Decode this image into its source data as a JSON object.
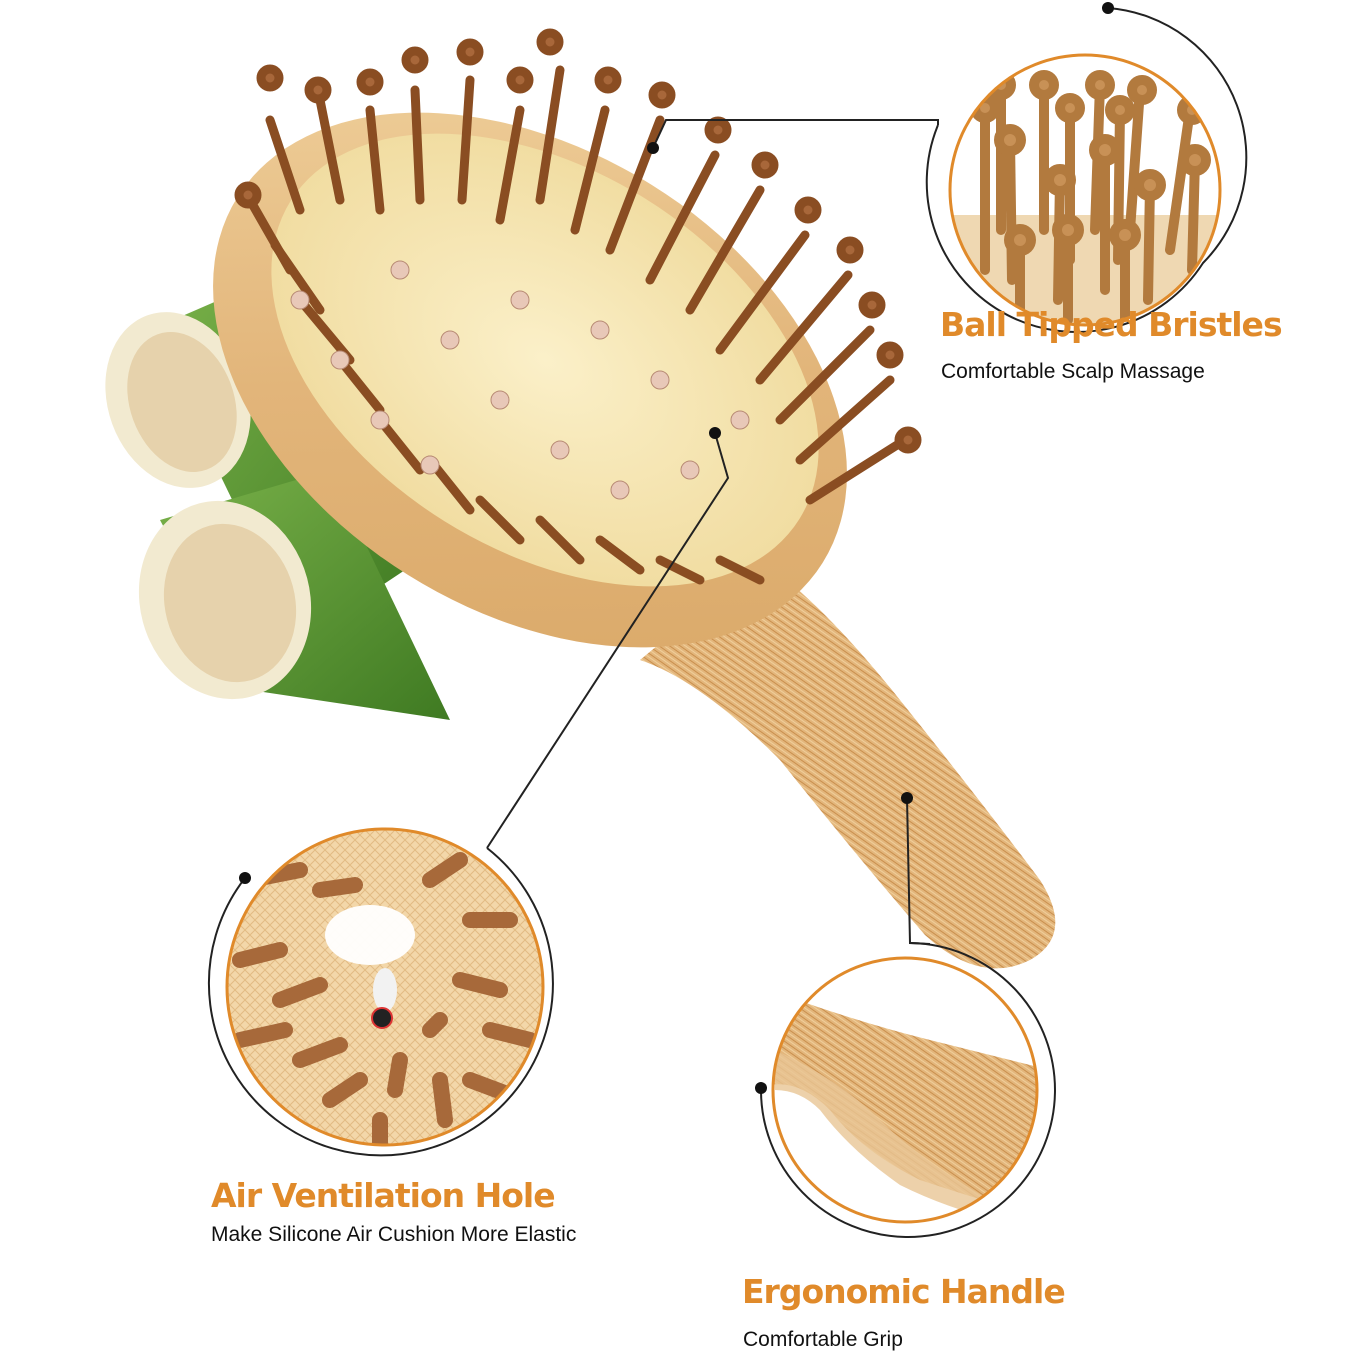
{
  "colors": {
    "accent_orange": "#e08a2a",
    "leader_line": "#222222",
    "bamboo_wood": "#e6bf86",
    "bristle_brown": "#9a5a2a",
    "cushion": "#f6e7b8",
    "bamboo_green": "#4f8f2c"
  },
  "features": [
    {
      "title": "Ball Tipped Bristles",
      "subtitle": "Comfortable Scalp Massage",
      "icon": "ball-tipped-bristles-closeup"
    },
    {
      "title": "Air Ventilation Hole",
      "subtitle": "Make Silicone Air Cushion More Elastic",
      "icon": "air-ventilation-hole-closeup"
    },
    {
      "title": "Ergonomic Handle",
      "subtitle": "Comfortable Grip",
      "icon": "ergonomic-handle-closeup"
    }
  ]
}
